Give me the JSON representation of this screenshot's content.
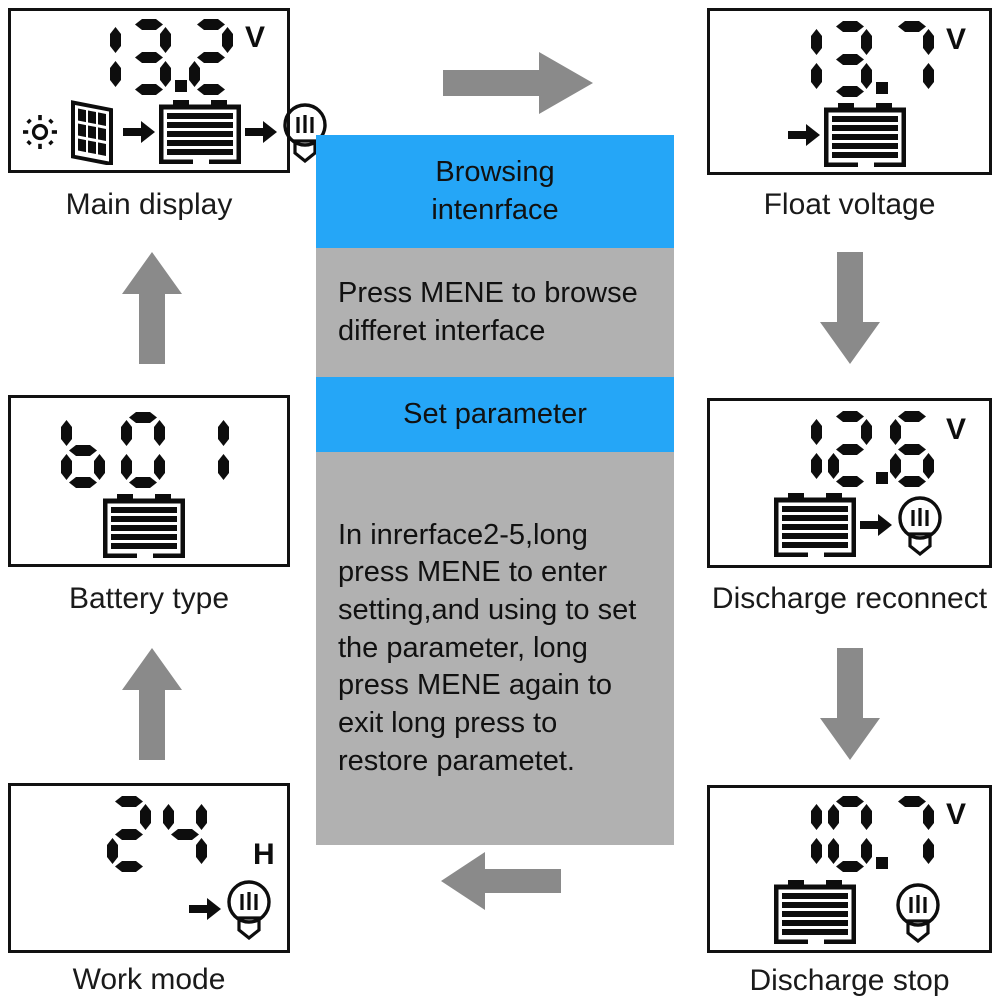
{
  "diagram": {
    "title": "Solar charge controller LCD interface navigation",
    "colors": {
      "accent_blue": "#25a6f7",
      "panel_gray": "#b1b1b1",
      "arrow_gray": "#8a8a8a",
      "lcd_black": "#0d0d0d",
      "background": "#ffffff"
    }
  },
  "left_column": [
    {
      "id": "main-display",
      "label": "Main display",
      "reading": "13.2",
      "digits": [
        "1",
        "3",
        "2"
      ],
      "decimal_after": 2,
      "unit": "V",
      "icons": [
        "sun-icon",
        "solar-panel-icon",
        "arrow-right-icon",
        "battery-icon",
        "arrow-right-icon",
        "light-bulb-icon"
      ]
    },
    {
      "id": "battery-type",
      "label": "Battery type",
      "reading": "b01",
      "digits": [
        "b",
        "0",
        "1"
      ],
      "decimal_after": null,
      "unit": "",
      "icons": [
        "battery-icon"
      ]
    },
    {
      "id": "work-mode",
      "label": "Work mode",
      "reading": "24",
      "digits": [
        "2",
        "4"
      ],
      "decimal_after": null,
      "unit": "H",
      "icons": [
        "arrow-right-icon",
        "light-bulb-icon"
      ]
    }
  ],
  "right_column": [
    {
      "id": "float-voltage",
      "label": "Float voltage",
      "reading": "13.7",
      "digits": [
        "1",
        "3",
        "7"
      ],
      "decimal_after": 2,
      "unit": "V",
      "icons": [
        "arrow-right-icon",
        "battery-icon"
      ]
    },
    {
      "id": "discharge-reconnect",
      "label": "Discharge reconnect",
      "reading": "12.6",
      "digits": [
        "1",
        "2",
        "6"
      ],
      "decimal_after": 2,
      "unit": "V",
      "icons": [
        "battery-icon",
        "arrow-right-icon",
        "light-bulb-icon"
      ]
    },
    {
      "id": "discharge-stop",
      "label": "Discharge stop",
      "reading": "10.7",
      "digits": [
        "1",
        "0",
        "7"
      ],
      "decimal_after": 2,
      "unit": "V",
      "icons": [
        "battery-icon",
        "light-bulb-icon"
      ]
    }
  ],
  "center_panel": {
    "bands": [
      {
        "id": "browsing-interface-heading",
        "style": "blue",
        "text": "Browsing\nintenrface"
      },
      {
        "id": "browsing-instruction",
        "style": "gray",
        "text": "Press MENE to browse differet interface"
      },
      {
        "id": "set-parameter-heading",
        "style": "blue",
        "text": "Set parameter"
      },
      {
        "id": "set-parameter-instruction",
        "style": "gray",
        "text": "In inrerface2-5,long press MENE to enter setting,and using to set the parameter, long press MENE again to exit long press to restore parametet."
      }
    ]
  },
  "flow_arrows": [
    {
      "id": "arrow-top-right",
      "direction": "right"
    },
    {
      "id": "arrow-left-up-upper",
      "direction": "up"
    },
    {
      "id": "arrow-left-up-lower",
      "direction": "up"
    },
    {
      "id": "arrow-right-down-upper",
      "direction": "down"
    },
    {
      "id": "arrow-right-down-lower",
      "direction": "down"
    },
    {
      "id": "arrow-bottom-left",
      "direction": "left"
    }
  ]
}
